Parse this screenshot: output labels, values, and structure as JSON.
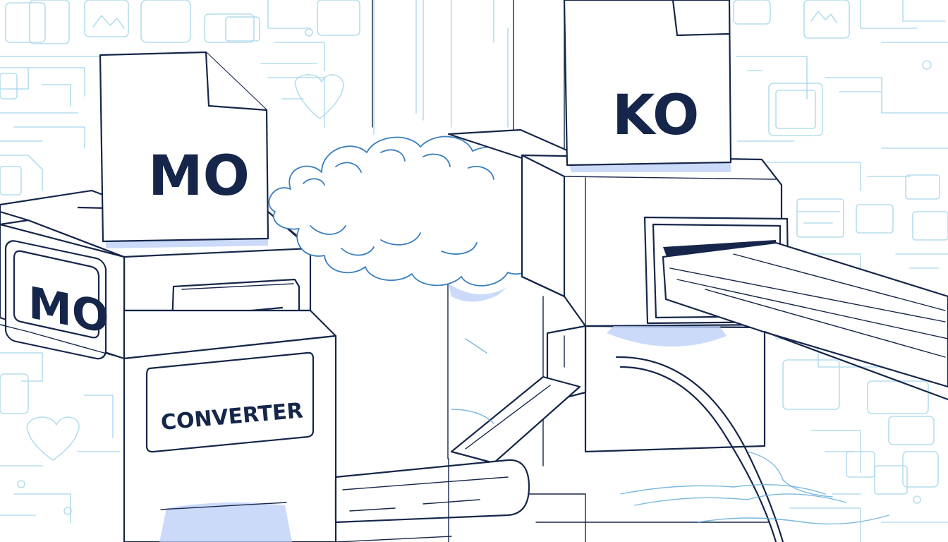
{
  "labels": {
    "source_document": "MO",
    "machine_badge": "MO",
    "machine_panel": "CONVERTER",
    "output_document": "KO"
  },
  "colors": {
    "outline": "#16264a",
    "background_circuit": "#a8d8ea",
    "shadow": "#b9cef7",
    "cloud": "#3a7fc0"
  },
  "icons": [
    "document-icon",
    "cloud-icon",
    "conveyor-icon",
    "pipe-icon",
    "circuit-pattern"
  ]
}
